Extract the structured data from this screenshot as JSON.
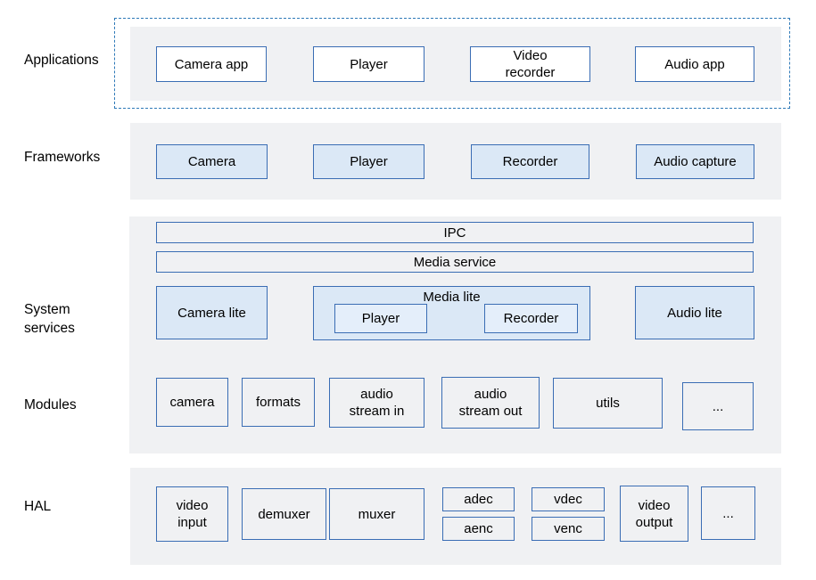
{
  "colors": {
    "band_background": "#f0f1f3",
    "box_border_blue": "#3a6db4",
    "box_fill_light_blue": "#dbe8f6",
    "box_fill_white": "#ffffff",
    "inner_box_fill": "#e4eefa",
    "dashed_frame_blue": "#2e79b8",
    "text": "#000000"
  },
  "layers": {
    "applications": {
      "label": "Applications",
      "boxes": [
        {
          "label": "Camera app"
        },
        {
          "label": "Player"
        },
        {
          "label": "Video\nrecorder"
        },
        {
          "label": "Audio app"
        }
      ]
    },
    "frameworks": {
      "label": "Frameworks",
      "boxes": [
        {
          "label": "Camera"
        },
        {
          "label": "Player"
        },
        {
          "label": "Recorder"
        },
        {
          "label": "Audio capture"
        }
      ]
    },
    "system_services": {
      "label": "System\nservices",
      "ipc_bar": "IPC",
      "media_service_bar": "Media service",
      "camera_lite": "Camera lite",
      "media_lite": {
        "label": "Media lite",
        "children": [
          {
            "label": "Player"
          },
          {
            "label": "Recorder"
          }
        ]
      },
      "audio_lite": "Audio lite"
    },
    "modules": {
      "label": "Modules",
      "boxes": [
        {
          "label": "camera"
        },
        {
          "label": "formats"
        },
        {
          "label": "audio\nstream in"
        },
        {
          "label": "audio\nstream out"
        },
        {
          "label": "utils"
        },
        {
          "label": "..."
        }
      ]
    },
    "hal": {
      "label": "HAL",
      "boxes": [
        {
          "label": "video\ninput"
        },
        {
          "label": "demuxer"
        },
        {
          "label": "muxer"
        },
        {
          "label": "adec"
        },
        {
          "label": "aenc"
        },
        {
          "label": "vdec"
        },
        {
          "label": "venc"
        },
        {
          "label": "video\noutput"
        },
        {
          "label": "..."
        }
      ]
    }
  }
}
